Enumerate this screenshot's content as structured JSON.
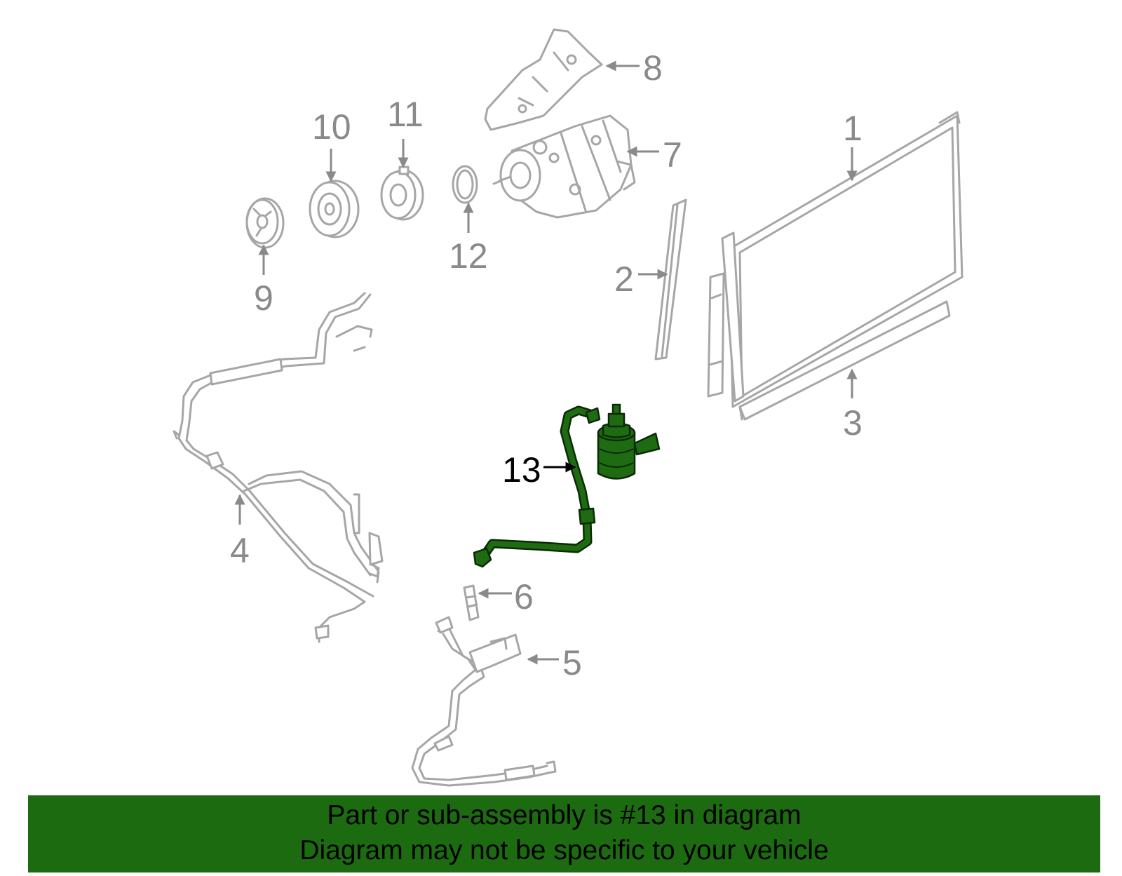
{
  "diagram": {
    "highlight_part": "13",
    "colors": {
      "part_outline": "#a6a6a6",
      "highlight_fill": "#1f6b12",
      "highlight_outline": "#0b2a06",
      "label": "#8a8a8a",
      "banner": "#1d6b11"
    },
    "callouts": [
      {
        "num": "1"
      },
      {
        "num": "2"
      },
      {
        "num": "3"
      },
      {
        "num": "4"
      },
      {
        "num": "5"
      },
      {
        "num": "6"
      },
      {
        "num": "7"
      },
      {
        "num": "8"
      },
      {
        "num": "9"
      },
      {
        "num": "10"
      },
      {
        "num": "11"
      },
      {
        "num": "12"
      },
      {
        "num": "13"
      }
    ]
  },
  "banner": {
    "line1": "Part or sub-assembly is #13 in diagram",
    "line2": "Diagram may not be specific to your vehicle"
  }
}
